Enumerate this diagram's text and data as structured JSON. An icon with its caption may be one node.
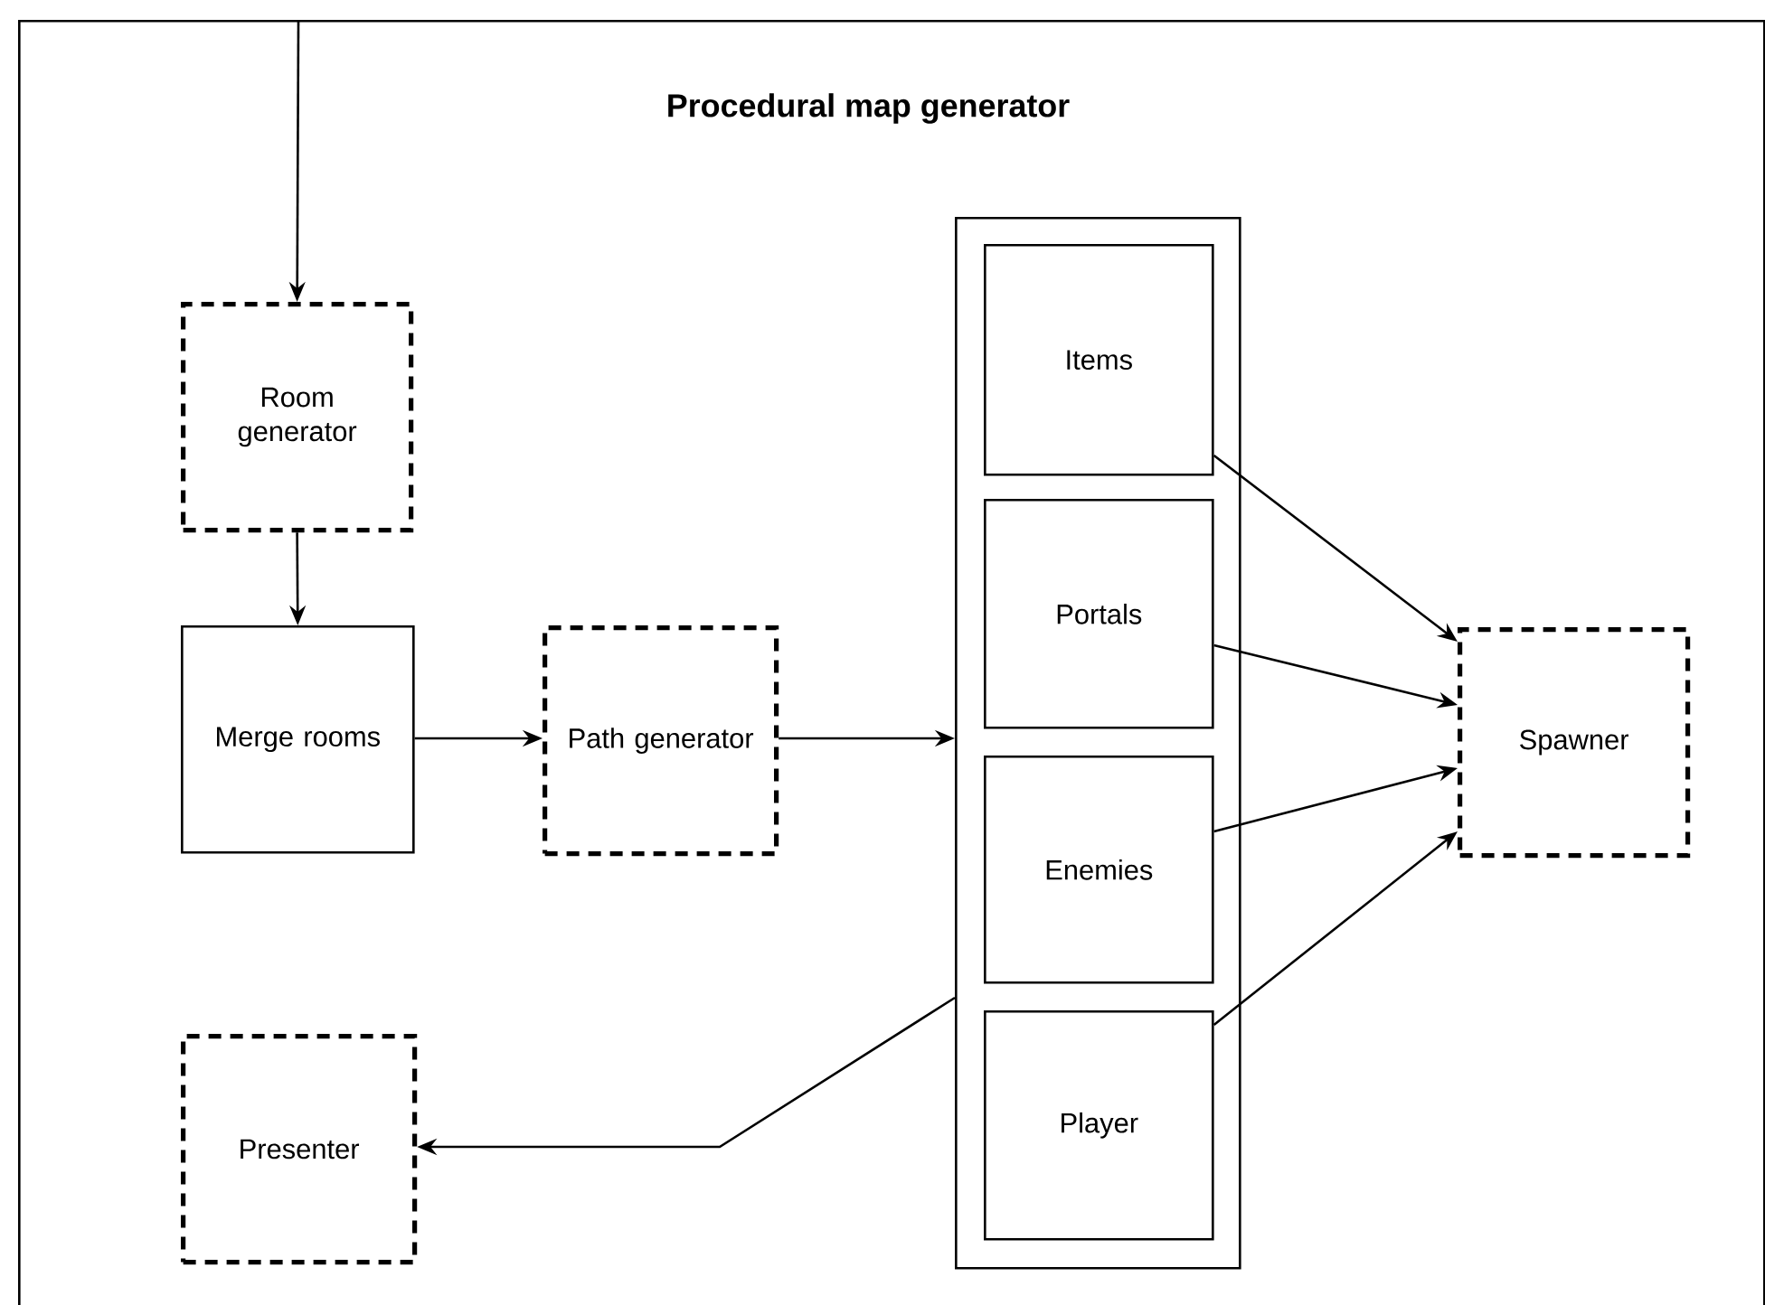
{
  "diagram": {
    "nodes": [
      {
        "text": [
          "Procedural map generator"
        ]
      },
      {
        "text": [
          "Room generator"
        ],
        "in": 0
      },
      {
        "text": [
          "Merge rooms"
        ],
        "in": 0
      },
      {
        "text": [
          "Path generator"
        ],
        "in": 0
      },
      {
        "text": [],
        "shape": "box",
        "in": 0
      },
      {
        "text": [
          "Items"
        ],
        "in": 4
      },
      {
        "text": [
          "Portals"
        ],
        "in": 4
      },
      {
        "text": [
          "Enemies"
        ],
        "in": 4
      },
      {
        "text": [
          "Player"
        ],
        "in": 4
      },
      {
        "text": [
          "Spawner"
        ],
        "in": 0
      },
      {
        "text": [
          "Presenter"
        ],
        "in": 0
      }
    ],
    "edges": [
      {
        "from": null,
        "to": 1,
        "arrow": "to"
      },
      {
        "from": 1,
        "to": 2,
        "arrow": "to"
      },
      {
        "from": 2,
        "to": 3,
        "arrow": "to"
      },
      {
        "from": 3,
        "to": 4,
        "arrow": "to"
      },
      {
        "from": 5,
        "to": 9,
        "arrow": "to"
      },
      {
        "from": 6,
        "to": 9,
        "arrow": "to"
      },
      {
        "from": 7,
        "to": 9,
        "arrow": "to"
      },
      {
        "from": 8,
        "to": 9,
        "arrow": "to"
      },
      {
        "from": 4,
        "to": 10,
        "arrow": "to"
      }
    ]
  }
}
